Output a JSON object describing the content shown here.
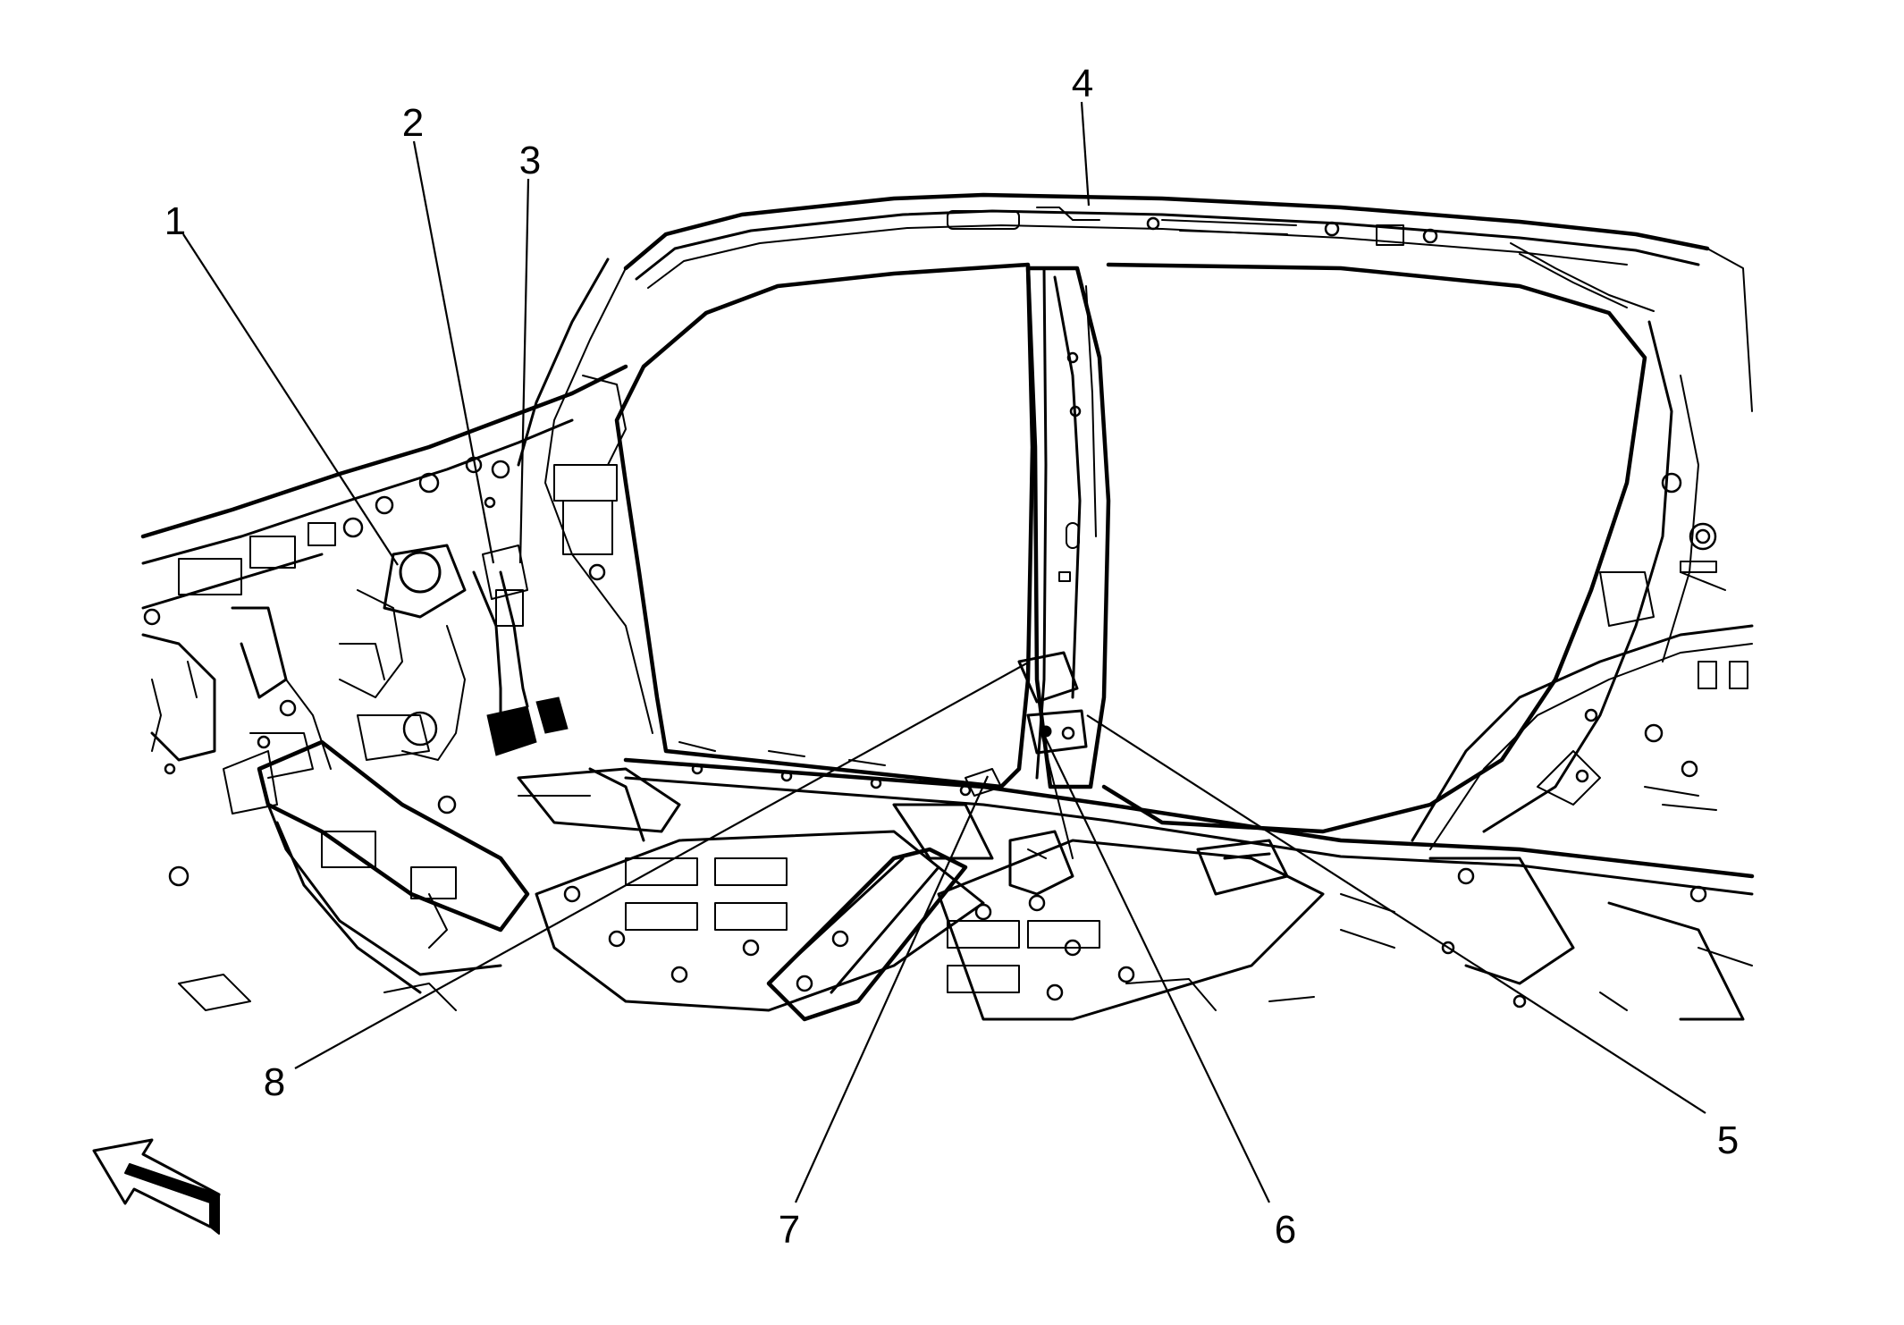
{
  "callouts": [
    {
      "id": 1,
      "label": "1"
    },
    {
      "id": 2,
      "label": "2"
    },
    {
      "id": 3,
      "label": "3"
    },
    {
      "id": 4,
      "label": "4"
    },
    {
      "id": 5,
      "label": "5"
    },
    {
      "id": 6,
      "label": "6"
    },
    {
      "id": 7,
      "label": "7"
    },
    {
      "id": 8,
      "label": "8"
    }
  ],
  "icons": {
    "direction_arrow": "front-direction-arrow-icon"
  },
  "colors": {
    "line": "#000000",
    "background": "#ffffff"
  }
}
